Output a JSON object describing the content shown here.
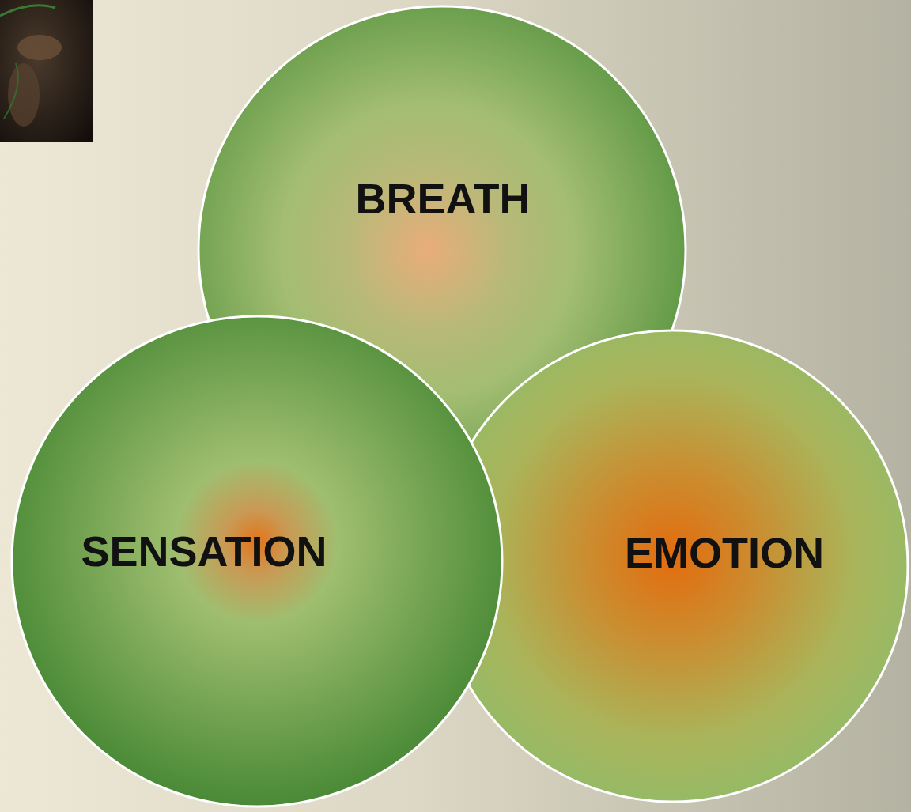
{
  "diagram": {
    "nodes": [
      {
        "text": [
          "BREATH"
        ]
      },
      {
        "text": [
          "SENSATION"
        ]
      },
      {
        "text": [
          "EMOTION"
        ]
      }
    ]
  }
}
